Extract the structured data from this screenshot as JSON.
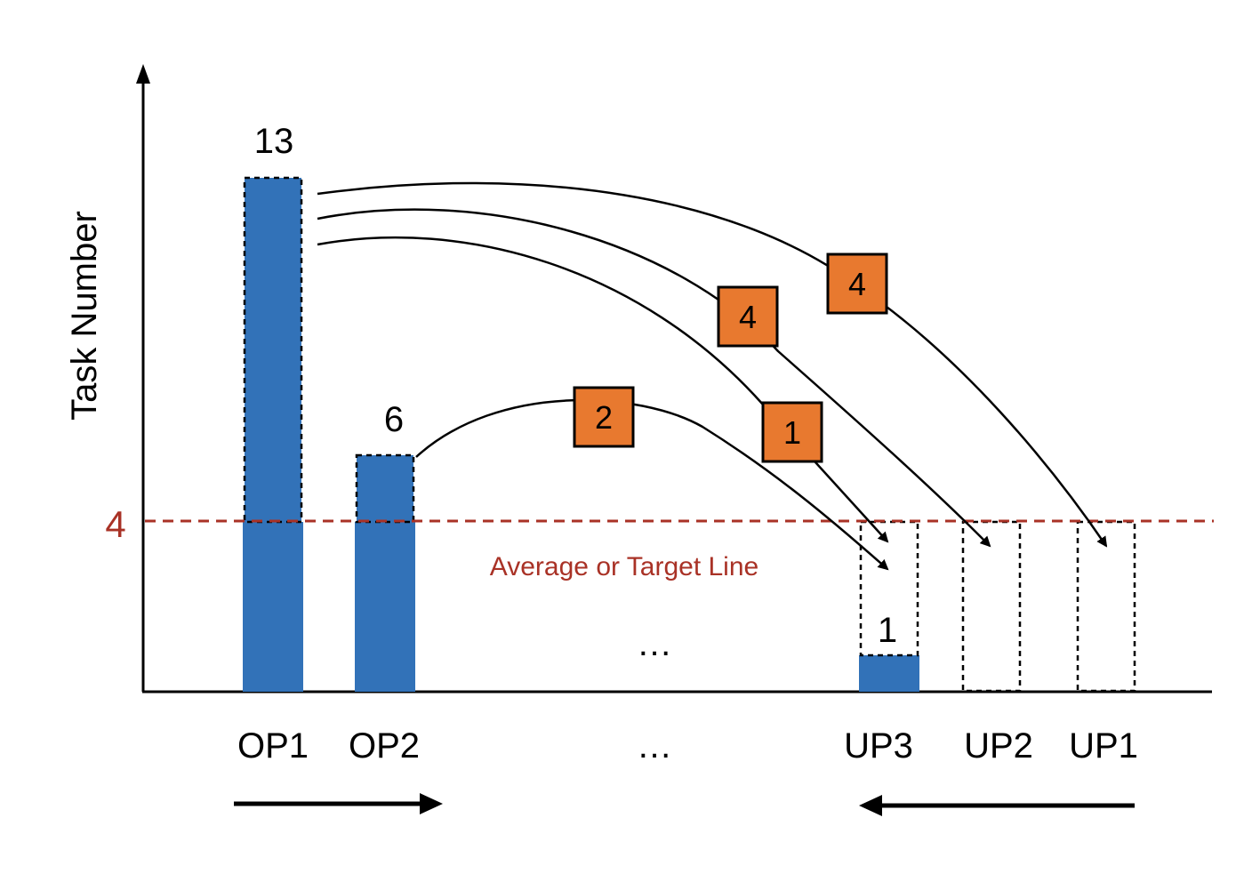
{
  "axis": {
    "y_label": "Task Number",
    "threshold_value_label": "4"
  },
  "target_line": {
    "label": "Average or Target Line",
    "value": 4,
    "color": "#a93226"
  },
  "colors": {
    "bar": "#3272b8",
    "transfer_box": "#e8792f",
    "axis": "#000000"
  },
  "bars": [
    {
      "id": "op1",
      "label": "OP1",
      "value": 13,
      "value_label": "13"
    },
    {
      "id": "op2",
      "label": "OP2",
      "value": 6,
      "value_label": "6"
    },
    {
      "id": "up3",
      "label": "UP3",
      "value": 1,
      "value_label": "1"
    },
    {
      "id": "up2",
      "label": "UP2",
      "value": 0,
      "value_label": ""
    },
    {
      "id": "up1",
      "label": "UP1",
      "value": 0,
      "value_label": ""
    }
  ],
  "ellipsis": {
    "middle": "…",
    "axis": "…"
  },
  "transfers": [
    {
      "from": "OP2",
      "to": "UP3",
      "amount": 2,
      "label": "2"
    },
    {
      "from": "OP1",
      "to": "UP3",
      "amount": 1,
      "label": "1"
    },
    {
      "from": "OP1",
      "to": "UP2",
      "amount": 4,
      "label": "4"
    },
    {
      "from": "OP1",
      "to": "UP1",
      "amount": 4,
      "label": "4"
    }
  ],
  "direction_arrows": [
    {
      "name": "overloaded-direction-arrow",
      "direction": "right",
      "icon": "arrow-right-icon"
    },
    {
      "name": "underloaded-direction-arrow",
      "direction": "left",
      "icon": "arrow-left-icon"
    }
  ]
}
